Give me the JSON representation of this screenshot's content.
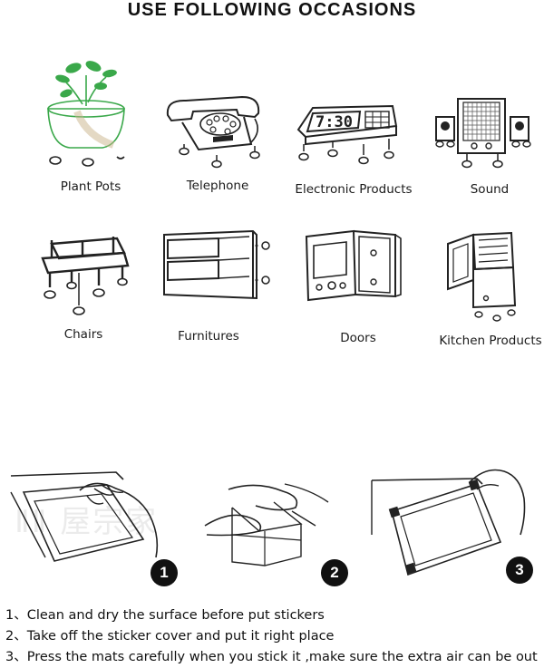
{
  "heading": "USE FOLLOWING OCCASIONS",
  "occasions": [
    {
      "label": "Plant Pots",
      "icon": "plant-pot-icon"
    },
    {
      "label": "Telephone",
      "icon": "telephone-icon"
    },
    {
      "label": "Electronic Products",
      "icon": "electronic-clock-icon"
    },
    {
      "label": "Sound",
      "icon": "speaker-system-icon"
    },
    {
      "label": "Chairs",
      "icon": "chair-icon"
    },
    {
      "label": "Furnitures",
      "icon": "drawer-cabinet-icon"
    },
    {
      "label": "Doors",
      "icon": "door-icon"
    },
    {
      "label": "Kitchen Products",
      "icon": "refrigerator-icon"
    }
  ],
  "clock_display": "7:30",
  "step_badges": [
    "1",
    "2",
    "3"
  ],
  "steps": [
    {
      "num": "1、",
      "text": "Clean and dry the surface before put stickers"
    },
    {
      "num": "2、",
      "text": "Take off the sticker cover and put it right place"
    },
    {
      "num": "3、",
      "text": "Press the mats carefully when you stick it ,make sure the extra air can be out"
    }
  ],
  "colors": {
    "plant_green": "#3aa84a",
    "line": "#333333",
    "badge": "#111111"
  }
}
